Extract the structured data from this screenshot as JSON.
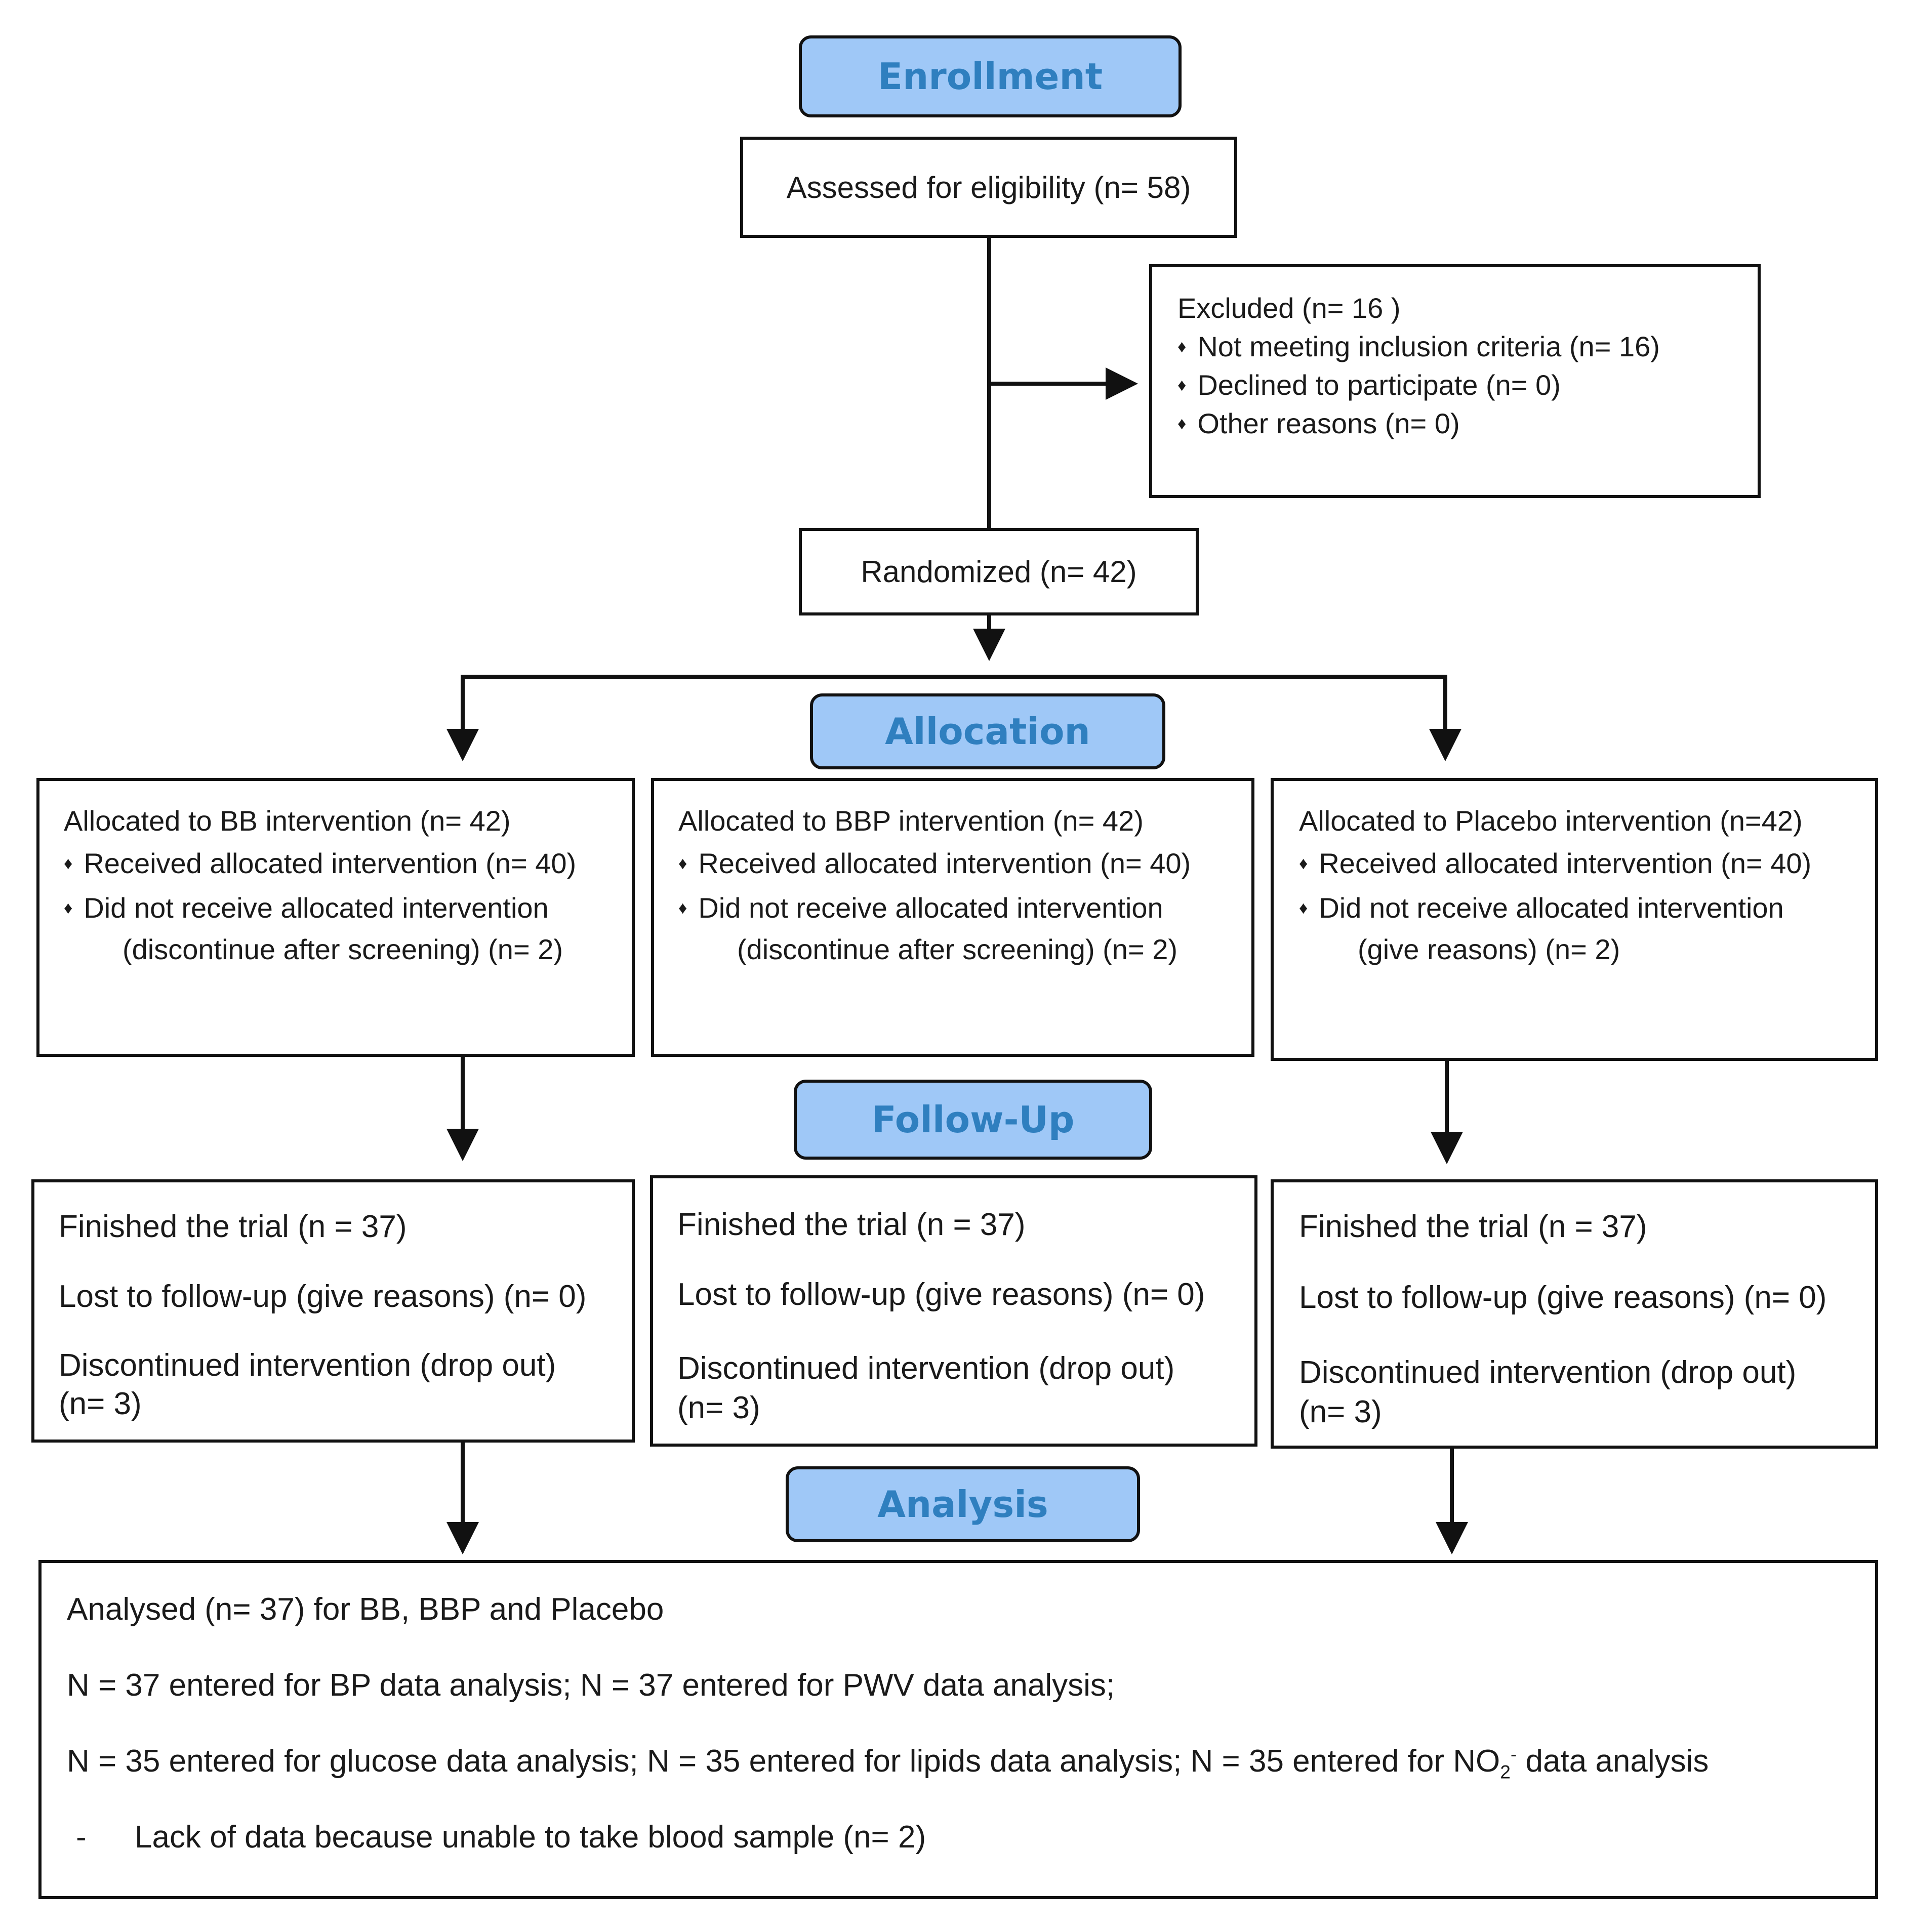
{
  "stages": {
    "enrollment": "Enrollment",
    "allocation": "Allocation",
    "follow_up": "Follow-Up",
    "analysis": "Analysis"
  },
  "assessed": "Assessed for eligibility (n= 58)",
  "excluded": {
    "title": "Excluded  (n= 16 )",
    "items": [
      "Not meeting inclusion criteria (n= 16)",
      "Declined to participate (n= 0)",
      "Other reasons (n= 0)"
    ]
  },
  "randomized": "Randomized (n= 42)",
  "allocation_boxes": [
    {
      "title": "Allocated to BB intervention (n= 42)",
      "received": "Received allocated intervention (n= 40)",
      "not_received": "Did not receive allocated intervention",
      "reason": "(discontinue after screening) (n= 2)"
    },
    {
      "title": "Allocated to BBP intervention (n= 42)",
      "received": "Received allocated intervention (n= 40)",
      "not_received": "Did not receive allocated intervention",
      "reason": "(discontinue after screening) (n= 2)"
    },
    {
      "title": "Allocated to Placebo intervention (n=42)",
      "received": "Received allocated intervention (n= 40)",
      "not_received": "Did not receive allocated intervention",
      "reason": "(give reasons) (n= 2)"
    }
  ],
  "followup_boxes": [
    {
      "finished": "Finished the trial (n = 37)",
      "lost": "Lost to follow-up (give reasons) (n= 0)",
      "discontinued": "Discontinued intervention (drop out)",
      "dropout_n": "(n= 3)"
    },
    {
      "finished": "Finished the trial (n = 37)",
      "lost": "Lost to follow-up (give reasons) (n= 0)",
      "discontinued": "Discontinued intervention (drop out)",
      "dropout_n": "(n= 3)"
    },
    {
      "finished": "Finished the trial (n = 37)",
      "lost": "Lost to follow-up (give reasons) (n= 0)",
      "discontinued": "Discontinued intervention (drop out)",
      "dropout_n": "(n= 3)"
    }
  ],
  "analysis": {
    "analysed": "Analysed  (n= 37) for BB, BBP and Placebo",
    "line2": "N = 37 entered for BP data analysis; N = 37 entered for PWV data analysis;",
    "line3_pre": "N = 35 entered for glucose data analysis; N = 35 entered for lipids data analysis; N = 35 entered for NO",
    "line3_sub": "2",
    "line3_sup": "-",
    "line3_post": " data analysis",
    "dash": "-",
    "lack": "Lack of data because unable to take blood sample (n= 2)"
  },
  "bullet_glyph": "♦",
  "colors": {
    "stage_fill": "#9fc8f7",
    "stage_text": "#2f7fbf",
    "line": "#111111"
  }
}
